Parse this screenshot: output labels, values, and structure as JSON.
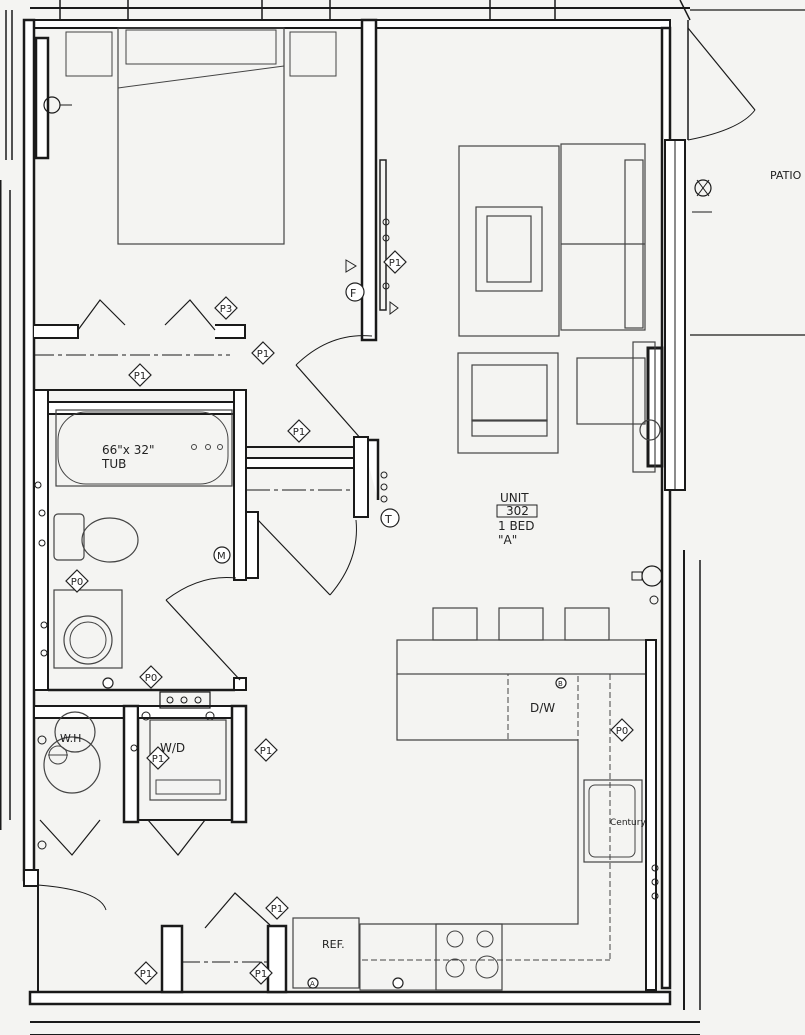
{
  "plan": {
    "unit_label": "UNIT",
    "unit_number": "302",
    "bedrooms": "1 BED",
    "unit_type": "\"A\"",
    "patio": "PATIO",
    "tub": "66\"x 32\"",
    "tub_label": "TUB",
    "dishwasher": "D/W",
    "refrigerator": "REF.",
    "washer_dryer": "W/D",
    "water_heater": "W.H",
    "sink_brand": "Century",
    "tags": {
      "p1": "P1",
      "p0": "P0",
      "p3": "P3",
      "f": "F",
      "t": "T",
      "m": "M",
      "b": "B",
      "a": "A"
    }
  },
  "colors": {
    "wall": "#1a1a1a",
    "paper": "#f4f4f2",
    "line": "#222222",
    "fixture": "#555555"
  }
}
